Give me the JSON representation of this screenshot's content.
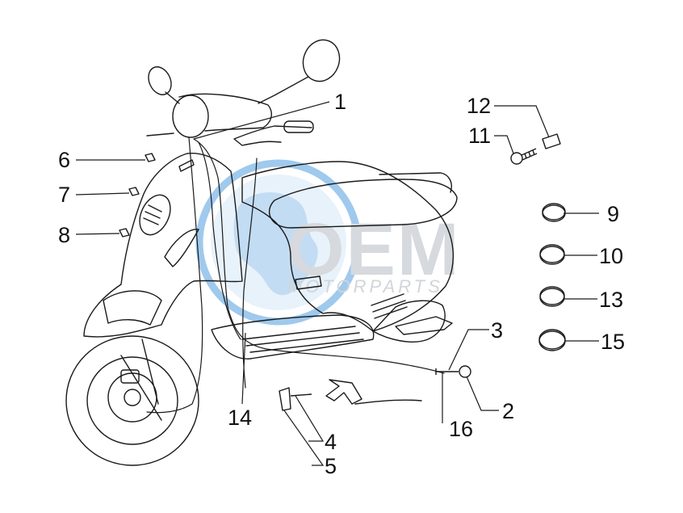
{
  "diagram": {
    "watermark": {
      "brand": "OEM",
      "tagline": "MOTORPARTS"
    },
    "callouts": [
      "1",
      "2",
      "3",
      "4",
      "5",
      "6",
      "7",
      "8",
      "9",
      "10",
      "11",
      "12",
      "13",
      "14",
      "15",
      "16"
    ],
    "colors": {
      "line": "#1a1a1a",
      "watermark_blue": "#6fa8dc",
      "watermark_grey": "#cfd3d8"
    }
  }
}
